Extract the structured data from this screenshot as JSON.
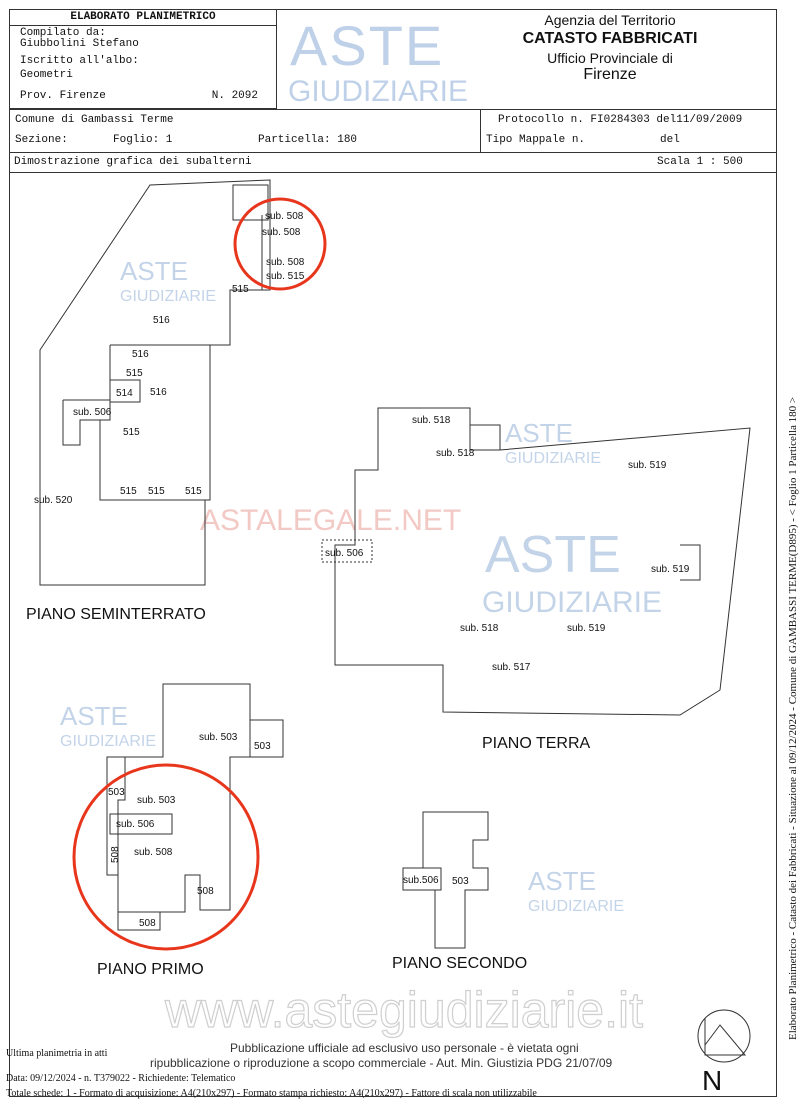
{
  "header": {
    "title": "ELABORATO PLANIMETRICO",
    "compiled_label": "Compilato da:",
    "compiled_by": "Giubbolini Stefano",
    "registered_label": "Iscritto all'albo:",
    "registered_value": "Geometri",
    "province": "Prov. Firenze",
    "number": "N.  2092",
    "agency": "Agenzia del Territorio",
    "registry": "CATASTO FABBRICATI",
    "office": "Ufficio Provinciale di",
    "city": "Firenze"
  },
  "info": {
    "comune": "Comune di  Gambassi Terme",
    "sezione": "Sezione:",
    "foglio": "Foglio: 1",
    "particella": "Particella: 180",
    "protocollo": "Protocollo n. FI0284303  del11/09/2009",
    "tipo_mappale": "Tipo Mappale n.",
    "del": "del",
    "description": "Dimostrazione grafica dei subalterni",
    "scala": "Scala 1 : 500"
  },
  "plans": {
    "seminterrato": "PIANO SEMINTERRATO",
    "terra": "PIANO TERRA",
    "primo": "PIANO PRIMO",
    "secondo": "PIANO SECONDO"
  },
  "labels": {
    "s508a": "sub. 508",
    "s508b": "sub. 508",
    "s508c": "sub. 508",
    "s515a": "sub. 515",
    "l515a": "515",
    "l516a": "516",
    "l516b": "516",
    "l515b": "515",
    "l514": "514",
    "l516c": "516",
    "s506a": "sub. 506",
    "l515c": "515",
    "s520": "sub. 520",
    "l515d": "515",
    "l515e": "515",
    "l515f": "515",
    "s518a": "sub. 518",
    "s518b": "sub. 518",
    "s519a": "sub. 519",
    "s506b": "sub. 506",
    "s519b": "sub. 519",
    "s518c": "sub. 518",
    "s519c": "sub. 519",
    "s517": "sub. 517",
    "s503a": "sub. 503",
    "l503a": "503",
    "l503b": "503",
    "s503b": "sub. 503",
    "s506c": "sub. 506",
    "l508a": "508",
    "s508d": "sub. 508",
    "l508b": "508",
    "l508c": "508",
    "s506d": "sub.506",
    "l503c": "503"
  },
  "watermarks": {
    "aste": "ASTE",
    "giudiziarie": "GIUDIZIARIE",
    "astelegale": "ASTALEGALE.NET",
    "url": "www.astegiudiziarie.it"
  },
  "footer": {
    "last_plan": "Ultima planimetria in atti",
    "date_line": "Data: 09/12/2024 - n. T379022 - Richiedente: Telematico",
    "totals_line": "Totale schede: 1 - Formato di acquisizione: A4(210x297)  - Formato stampa richiesto: A4(210x297) - Fattore di scala non utilizzabile",
    "notice_1": "Pubblicazione ufficiale ad esclusivo uso personale - è vietata ogni",
    "notice_2": "ripubblicazione o riproduzione a scopo commerciale - Aut. Min. Giustizia PDG 21/07/09",
    "north": "N",
    "side_text": "Elaborato Planimetrico - Catasto dei Fabbricati - Situazione al 09/12/2024 - Comune di GAMBASSI TERME(D895) - < Foglio 1 Particella 180 >"
  },
  "colors": {
    "highlight_circle": "#e8361c",
    "watermark": "#b9cde6",
    "line": "#333333"
  }
}
